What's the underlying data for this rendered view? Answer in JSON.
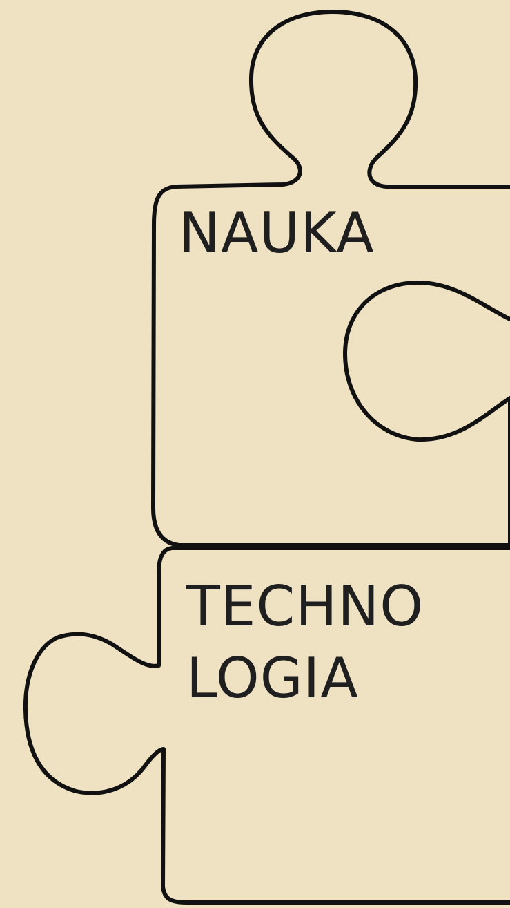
{
  "theme": {
    "background": "#efe2c3",
    "outline": "#111111",
    "text": "#1f1f1f"
  },
  "pieces": [
    {
      "name": "top-puzzle-piece",
      "label": "NAUKA"
    },
    {
      "name": "bottom-puzzle-piece",
      "label_line_1": "TECHNO",
      "label_line_2": "LOGIA"
    }
  ]
}
